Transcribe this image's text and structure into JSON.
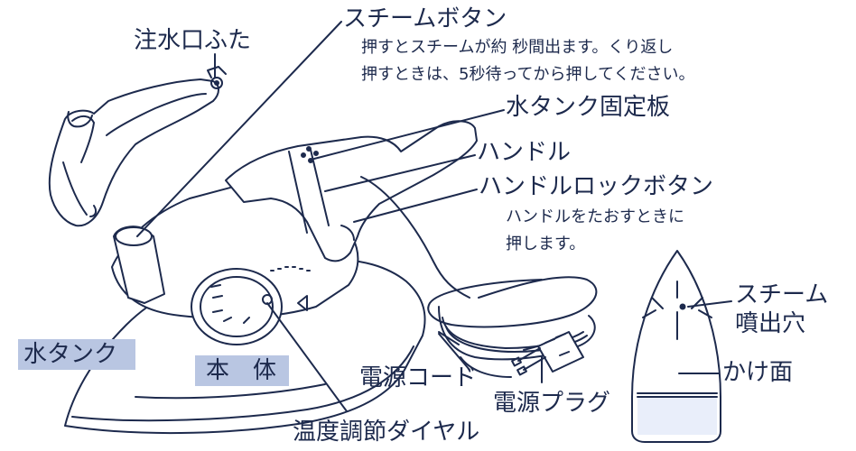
{
  "labels": {
    "water_inlet_lid": "注水口ふた",
    "steam_button": "スチームボタン",
    "steam_button_note_line1": "押すとスチームが約 秒間出ます。くり返し",
    "steam_button_note_line2": "押すときは、5秒待ってから押してください。",
    "water_tank_fixing_plate": "水タンク固定板",
    "handle": "ハンドル",
    "handle_lock_button": "ハンドルロックボタン",
    "handle_lock_note_line1": "ハンドルをたおすときに",
    "handle_lock_note_line2": "押します。",
    "steam_vents_line1": "スチーム",
    "steam_vents_line2": "噴出穴",
    "water_tank": "水タンク",
    "main_body": "本　体",
    "power_cord": "電源コード",
    "temperature_dial": "温度調節ダイヤル",
    "power_plug": "電源プラグ",
    "soleplate": "かけ面"
  },
  "colors": {
    "ink": "#1d2a4d",
    "label_box": "#b9c6e2",
    "background": "#ffffff"
  }
}
